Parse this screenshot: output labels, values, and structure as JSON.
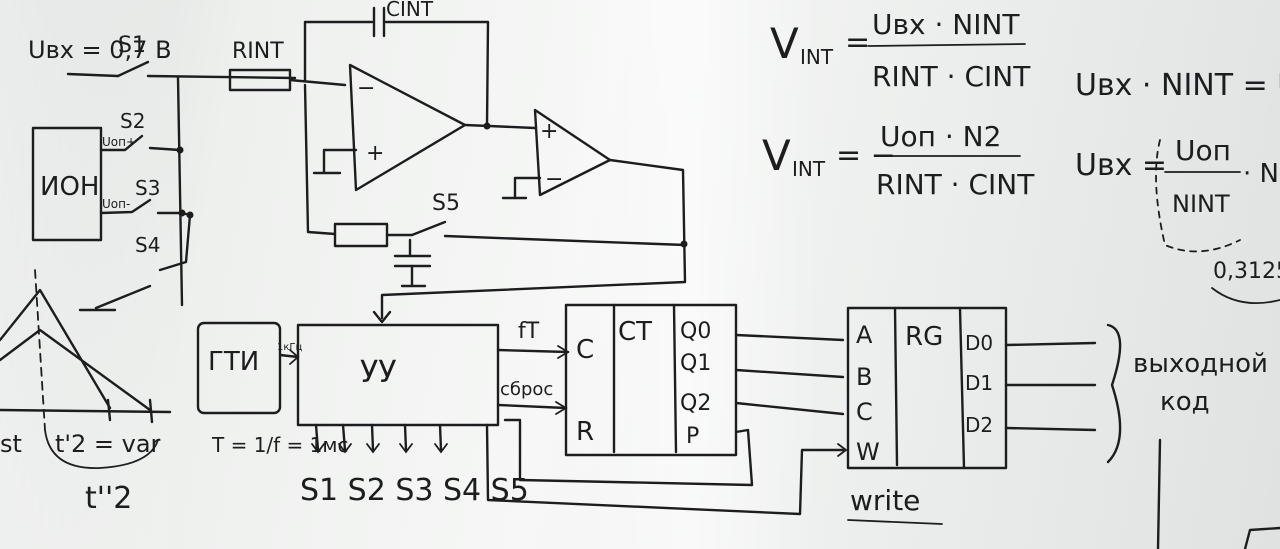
{
  "formulas": {
    "v_int_1_lhs": "V",
    "v_int_1_sub": "INT",
    "v_int_1_eq": "=",
    "v_int_1_num": "Uвх · NINT",
    "v_int_1_den": "RINT · CINT",
    "v_int_2_lhs": "V",
    "v_int_2_sub": "INT",
    "v_int_2_eq": "= −",
    "v_int_2_num": "Uоп · N2",
    "v_int_2_den": "RINT · CINT",
    "balance": "Uвх · NINT = Uо",
    "uvx_lhs": "Uвх =",
    "uvx_num": "Uоп",
    "uvx_den": "NINT",
    "uvx_tail": "· N",
    "value": "0,3125"
  },
  "schematic": {
    "input_voltage": "Uвх = 0,7 B",
    "s1": "S1",
    "s2": "S2",
    "s3": "S3",
    "s4": "S4",
    "s5": "S5",
    "ion": "ИОН",
    "uon_plus": "Uоп+",
    "uon_minus": "Uоп-",
    "r_int": "RINT",
    "c_int": "CINT",
    "minus": "−",
    "plus": "+",
    "gti": "ГТИ",
    "period": "T = 1/f = 1мс",
    "uu": "УУ",
    "one_khz": "1кГц",
    "ft": "fT",
    "reset": "сброс",
    "ct_c": "C",
    "ct_title": "CT",
    "ct_r": "R",
    "ct_q0": "Q0",
    "ct_q1": "Q1",
    "ct_q2": "Q2",
    "ct_p": "P",
    "rg_a": "A",
    "rg_b": "B",
    "rg_c": "C",
    "rg_w": "W",
    "rg_title": "RG",
    "rg_d0": "D0",
    "rg_d1": "D1",
    "rg_d2": "D2",
    "output_label_1": "выходной",
    "output_label_2": "код",
    "write": "write",
    "s_outputs": "S1 S2 S3 S4 S5",
    "t2_prime": "t'2 = var",
    "t2_double": "t''2",
    "st": "st"
  }
}
